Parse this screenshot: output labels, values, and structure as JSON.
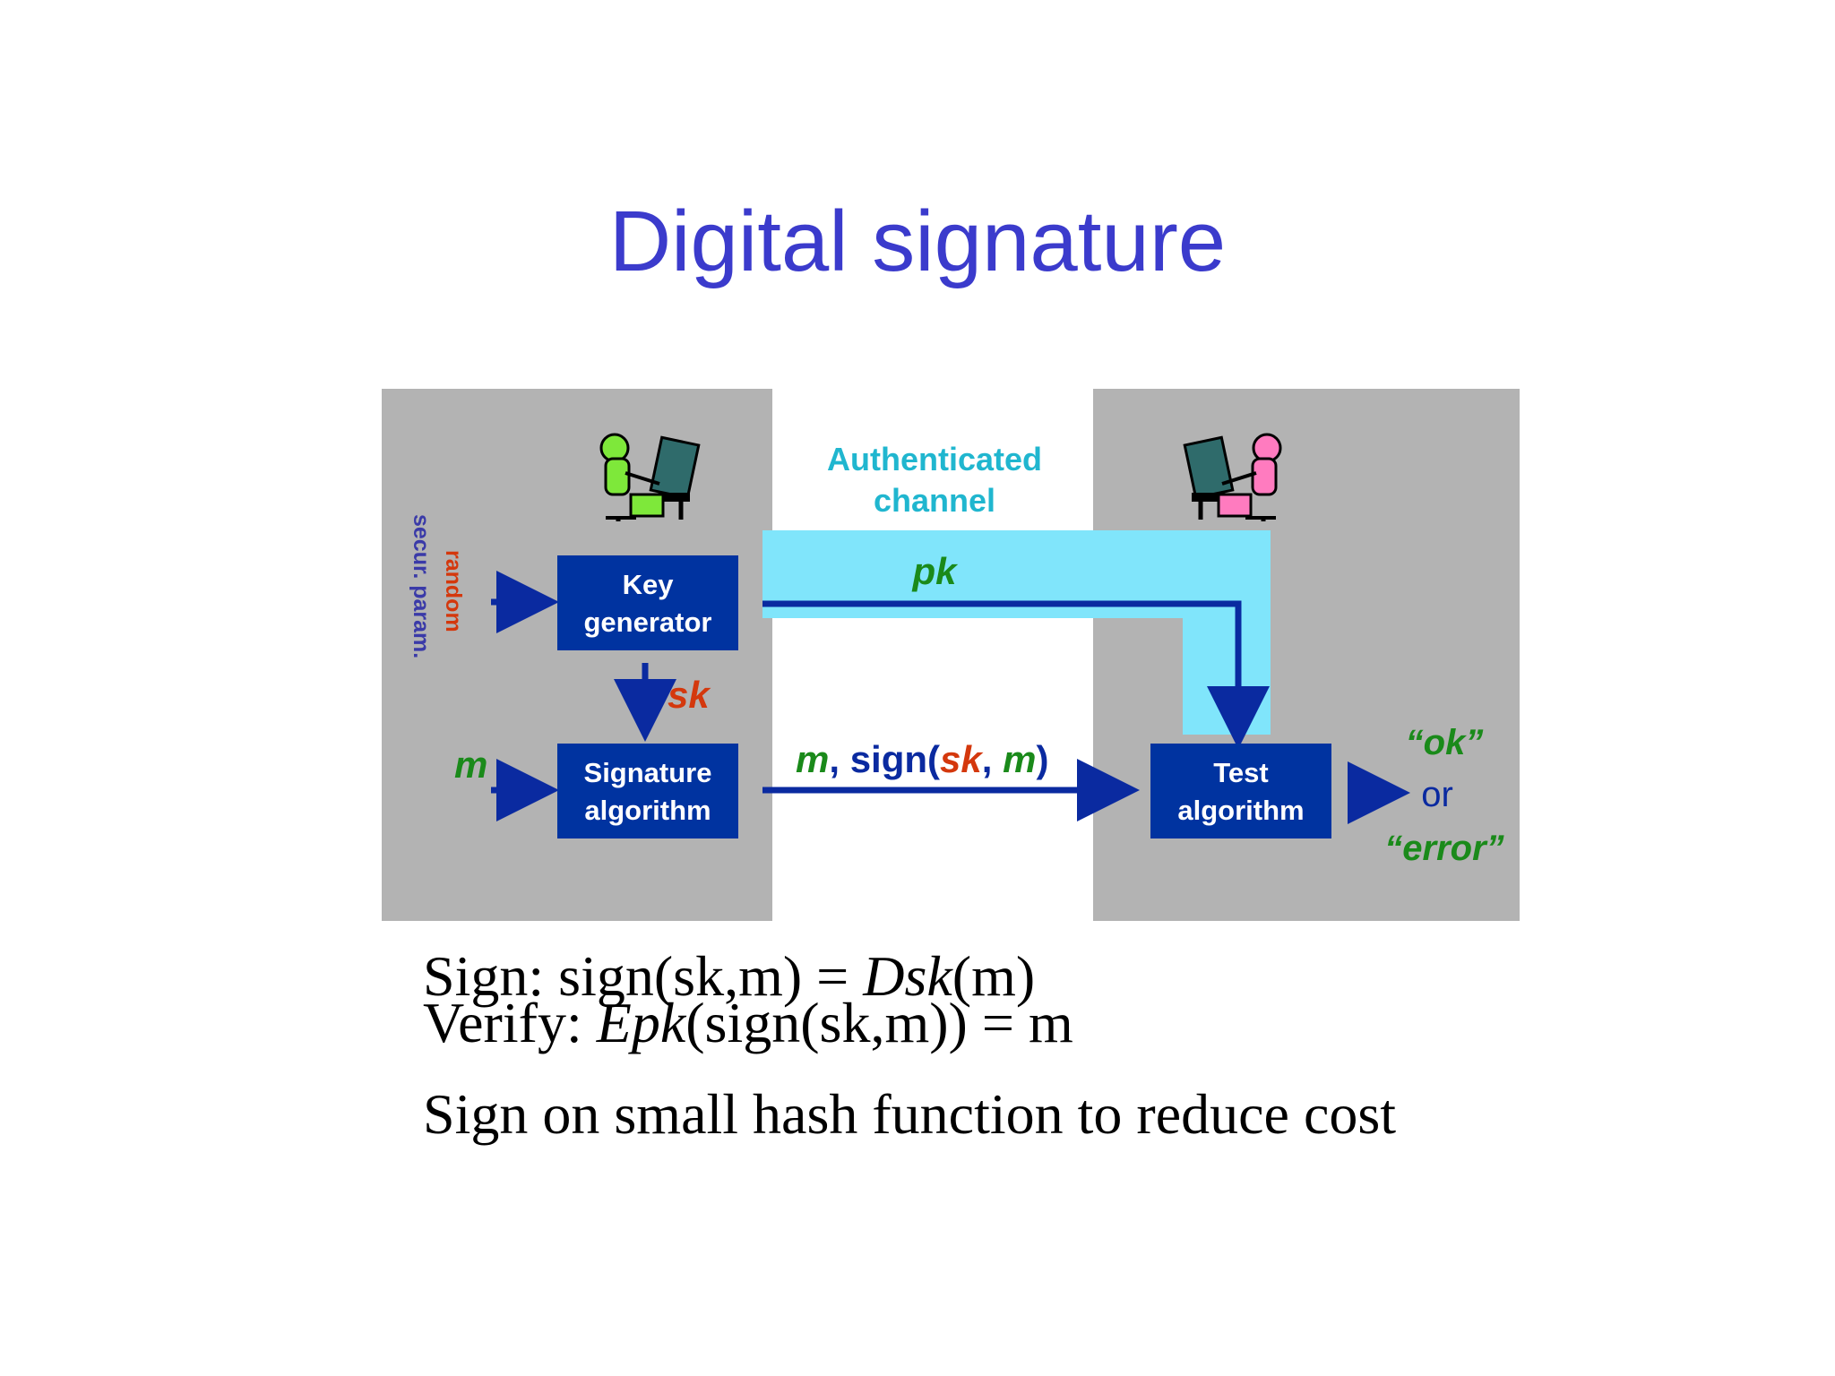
{
  "slide": {
    "title": "Digital signature"
  },
  "diagram": {
    "channel_label_line1": "Authenticated",
    "channel_label_line2": "channel",
    "pk_label": "pk",
    "key_generator_line1": "Key",
    "key_generator_line2": "generator",
    "signature_algorithm_line1": "Signature",
    "signature_algorithm_line2": "algorithm",
    "test_algorithm_line1": "Test",
    "test_algorithm_line2": "algorithm",
    "random_label": "random",
    "secur_param_label": "secur. param.",
    "sk_label": "sk",
    "m_label": "m",
    "msg_sig_m1": "m",
    "msg_sig_mid": ", sign(",
    "msg_sig_sk": "sk",
    "msg_sig_comma": ", ",
    "msg_sig_m2": "m",
    "msg_sig_close": ")",
    "ok_label": "“ok”",
    "or_label": "or",
    "error_label": "“error”",
    "colors": {
      "panel_gray": "#b3b3b3",
      "box_blue": "#0033a0",
      "arrow_blue": "#0a2aa0",
      "channel_cyan": "#80e5fb",
      "channel_text": "#20b6cf",
      "green": "#1a8a1a",
      "red": "#d4380d",
      "title_blue": "#3b3bcc"
    }
  },
  "formulas": {
    "sign_prefix": "Sign: sign(sk,m) = ",
    "sign_func": "Dsk",
    "sign_suffix": "(m)",
    "verify_prefix": "Verify: ",
    "verify_func": "Epk",
    "verify_suffix": "(sign(sk,m)) = m",
    "note": "Sign on small hash function to reduce cost"
  }
}
